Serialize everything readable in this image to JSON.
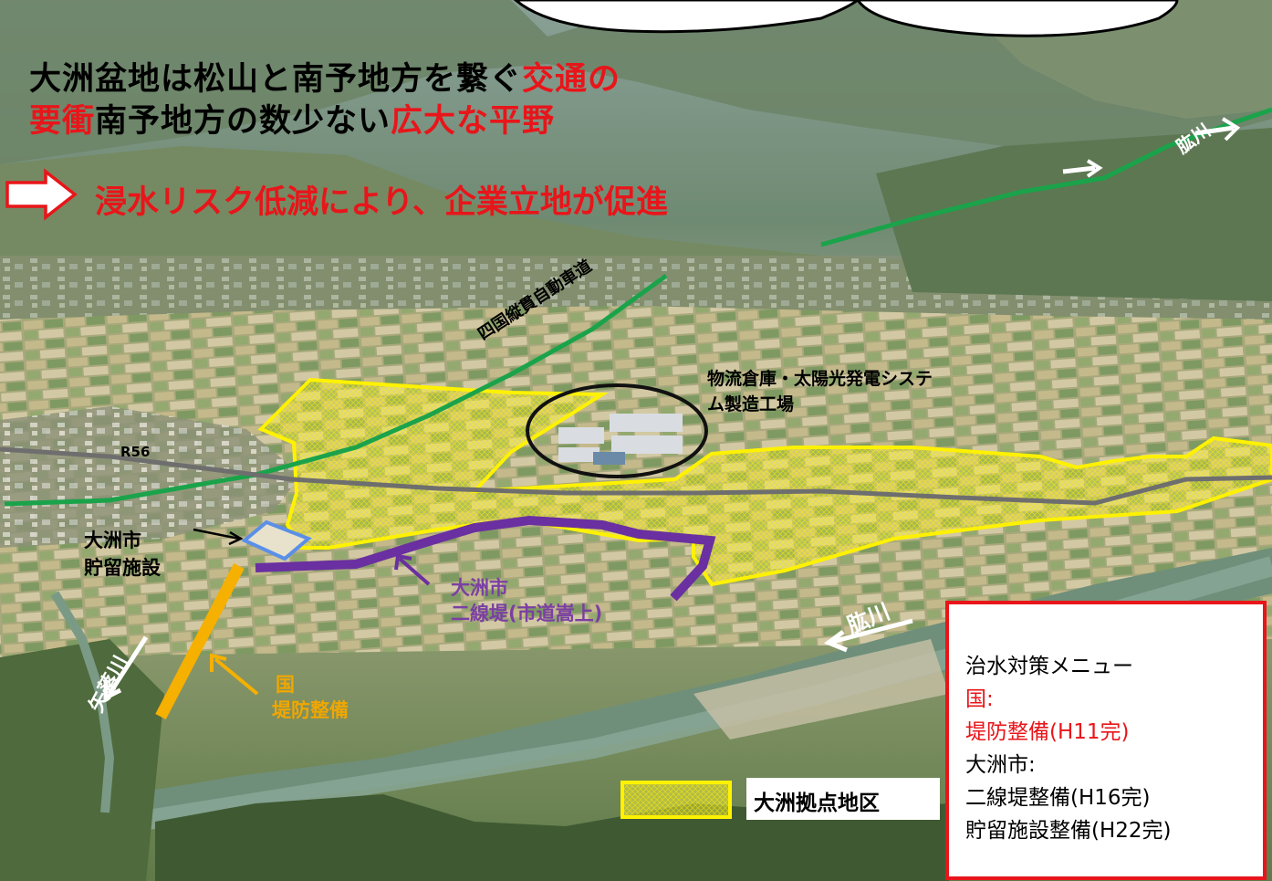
{
  "headline": {
    "line1_a": "大洲盆地は松山と南予地方を繋ぐ",
    "line1_b": "交通の",
    "line2_a": "要衝",
    "line2_b": "南予地方の数少ない",
    "line2_c": "広大な平野"
  },
  "arrow_text": "浸水リスク低減により、企業立地が促進",
  "labels": {
    "expressway": "四国縦貫自動車道",
    "route": "R56",
    "factory_line1": "物流倉庫・太陽光発電システ",
    "factory_line2": "ム製造工場",
    "storage_line1": "大洲市",
    "storage_line2": "貯留施設",
    "levee2_line1": "大洲市",
    "levee2_line2": "二線堤(市道嵩上)",
    "levee_line1": "国",
    "levee_line2": "堤防整備",
    "river_hiji": "肱川",
    "river_hiji_upper": "肱川",
    "river_yaochi": "矢落川"
  },
  "legend": {
    "label": "大洲拠点地区"
  },
  "menu": {
    "title": "治水対策メニュー",
    "national_label": "国:",
    "national_item": "堤防整備(H11完)",
    "city_label": "大洲市:",
    "city_item1": "二線堤整備(H16完)",
    "city_item2": "貯留施設整備(H22完)"
  },
  "colors": {
    "hatch_area": "#fff200",
    "expressway": "#1aa34a",
    "route": "#6e6e6e",
    "levee_city": "#6a2fa0",
    "levee_national": "#f5b000",
    "storage": "#5b8fe8",
    "accent": "#e8151a"
  }
}
